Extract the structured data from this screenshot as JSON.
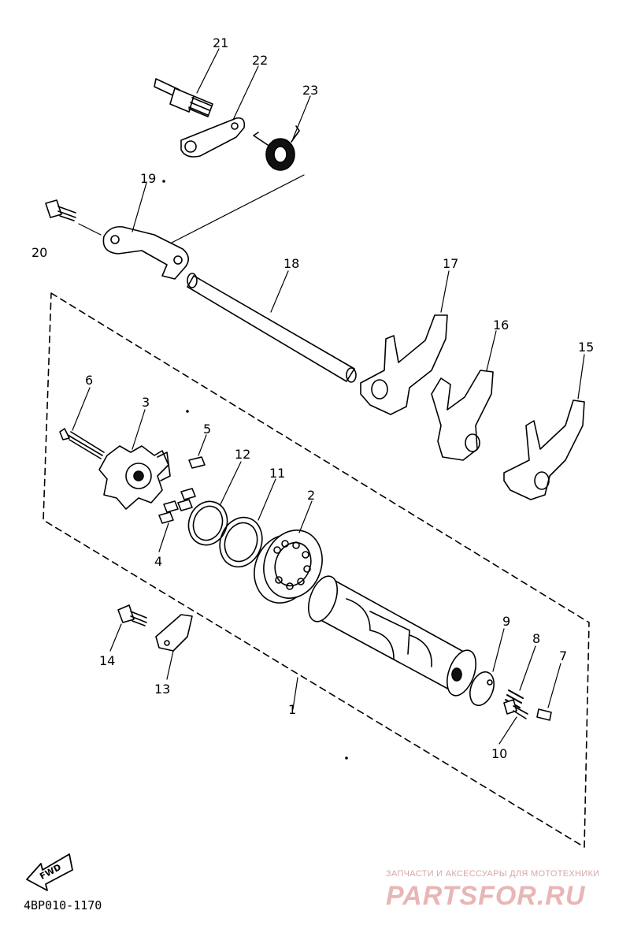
{
  "callouts": {
    "p1": "1",
    "p2": "2",
    "p3": "3",
    "p4": "4",
    "p5": "5",
    "p6": "6",
    "p7": "7",
    "p8": "8",
    "p9": "9",
    "p10": "10",
    "p11": "11",
    "p12": "12",
    "p13": "13",
    "p14": "14",
    "p15": "15",
    "p16": "16",
    "p17": "17",
    "p18": "18",
    "p19": "19",
    "p20": "20",
    "p21": "21",
    "p22": "22",
    "p23": "23"
  },
  "fwd_label": "FWD",
  "diagram_code": "4BP010-1170",
  "watermark": {
    "tagline": "ЗАПЧАСТИ И АКСЕССУАРЫ ДЛЯ МОТОТЕХНИКИ",
    "logo": "PARTSFOR.RU"
  },
  "colors": {
    "ink": "#000000",
    "watermark": "#e8b6b6"
  }
}
